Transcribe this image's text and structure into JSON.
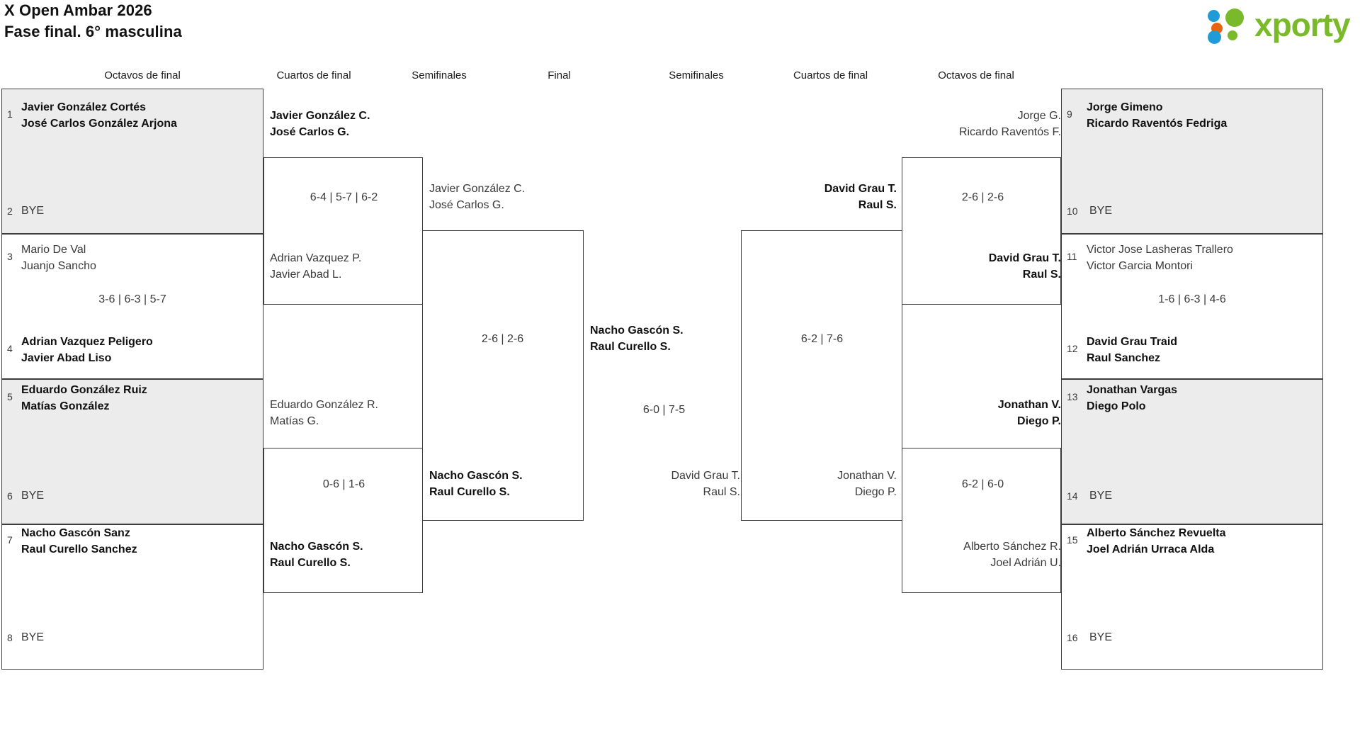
{
  "header": {
    "title_line1": "X Open Ambar 2026",
    "title_line2": "Fase final. 6° masculina",
    "logo_text": "xporty",
    "logo_colors": {
      "blue": "#1f9cd8",
      "orange": "#e8650d",
      "green": "#7ab929"
    }
  },
  "round_labels": {
    "left_r16": "Octavos de final",
    "left_qf": "Cuartos de final",
    "left_sf": "Semifinales",
    "final": "Final",
    "right_sf": "Semifinales",
    "right_qf": "Cuartos de final",
    "right_r16": "Octavos de final"
  },
  "left": {
    "r16": [
      {
        "seed": "1",
        "line1": "Javier González Cortés",
        "line2": "José Carlos González Arjona",
        "winner": true
      },
      {
        "seed": "2",
        "line1": "BYE",
        "line2": "",
        "winner": false
      },
      {
        "seed": "3",
        "line1": "Mario De Val",
        "line2": "Juanjo Sancho",
        "winner": false
      },
      {
        "seed": "4",
        "line1": "Adrian Vazquez Peligero",
        "line2": "Javier Abad Liso",
        "winner": true
      },
      {
        "seed": "5",
        "line1": "Eduardo González Ruiz",
        "line2": "Matías González",
        "winner": true
      },
      {
        "seed": "6",
        "line1": "BYE",
        "line2": "",
        "winner": false
      },
      {
        "seed": "7",
        "line1": "Nacho Gascón Sanz",
        "line2": "Raul Curello Sanchez",
        "winner": true
      },
      {
        "seed": "8",
        "line1": "BYE",
        "line2": "",
        "winner": false
      }
    ],
    "r16_scores": [
      "",
      "3-6 | 6-3 | 5-7",
      "",
      ""
    ],
    "qf": [
      {
        "line1": "Javier González C.",
        "line2": "José Carlos G.",
        "winner": true
      },
      {
        "line1": "Adrian Vazquez P.",
        "line2": "Javier Abad L.",
        "winner": false
      },
      {
        "line1": "Eduardo González R.",
        "line2": "Matías G.",
        "winner": false
      },
      {
        "line1": "Nacho Gascón S.",
        "line2": "Raul Curello S.",
        "winner": true
      }
    ],
    "qf_scores": [
      "6-4 | 5-7 | 6-2",
      "0-6 | 1-6"
    ],
    "sf": [
      {
        "line1": "Javier González C.",
        "line2": "José Carlos G.",
        "winner": false
      },
      {
        "line1": "Nacho Gascón S.",
        "line2": "Raul Curello S.",
        "winner": true
      }
    ],
    "sf_score": "2-6 | 2-6"
  },
  "final": {
    "top": {
      "line1": "Nacho Gascón S.",
      "line2": "Raul Curello S.",
      "winner": true
    },
    "bottom": {
      "line1": "David Grau T.",
      "line2": "Raul S.",
      "winner": false
    },
    "score": "6-0 | 7-5"
  },
  "right": {
    "sf": [
      {
        "line1": "David Grau T.",
        "line2": "Raul S.",
        "winner": true
      },
      {
        "line1": "Jonathan V.",
        "line2": "Diego P.",
        "winner": false
      }
    ],
    "sf_score": "6-2 | 7-6",
    "qf": [
      {
        "line1": "Jorge G.",
        "line2": "Ricardo Raventós F.",
        "winner": false
      },
      {
        "line1": "David Grau T.",
        "line2": "Raul S.",
        "winner": true
      },
      {
        "line1": "Jonathan V.",
        "line2": "Diego P.",
        "winner": true
      },
      {
        "line1": "Alberto Sánchez R.",
        "line2": "Joel Adrián U.",
        "winner": false
      }
    ],
    "qf_scores": [
      "2-6 | 2-6",
      "6-2 | 6-0"
    ],
    "r16": [
      {
        "seed": "9",
        "line1": "Jorge Gimeno",
        "line2": "Ricardo Raventós Fedriga",
        "winner": true
      },
      {
        "seed": "10",
        "line1": "BYE",
        "line2": "",
        "winner": false
      },
      {
        "seed": "11",
        "line1": "Victor Jose Lasheras Trallero",
        "line2": "Victor Garcia Montori",
        "winner": false
      },
      {
        "seed": "12",
        "line1": "David Grau Traid",
        "line2": "Raul Sanchez",
        "winner": true
      },
      {
        "seed": "13",
        "line1": "Jonathan Vargas",
        "line2": "Diego Polo",
        "winner": true
      },
      {
        "seed": "14",
        "line1": "BYE",
        "line2": "",
        "winner": false
      },
      {
        "seed": "15",
        "line1": "Alberto Sánchez Revuelta",
        "line2": "Joel Adrián Urraca Alda",
        "winner": true
      },
      {
        "seed": "16",
        "line1": "BYE",
        "line2": "",
        "winner": false
      }
    ],
    "r16_scores": [
      "",
      "1-6 | 6-3 | 4-6",
      "",
      ""
    ]
  }
}
